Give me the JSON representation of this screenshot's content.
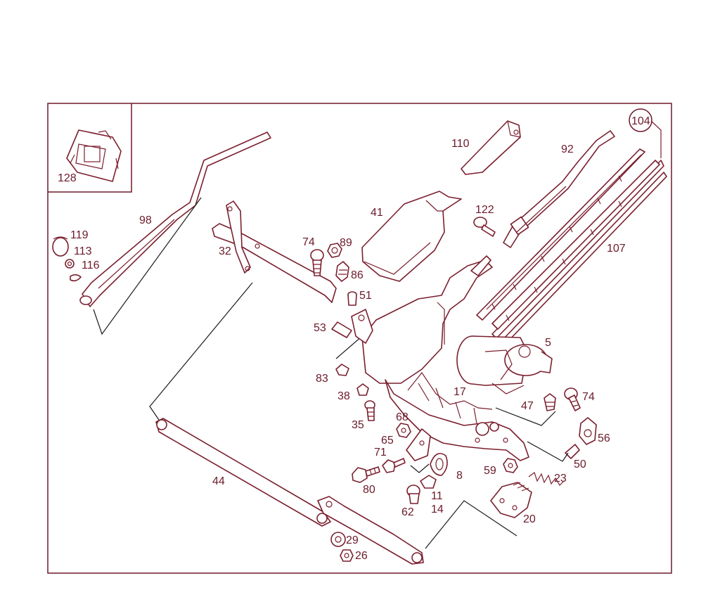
{
  "colors": {
    "line": "#7a1f2e",
    "text": "#6b1a2a",
    "leader": "#1a1a1a",
    "background": "#ffffff"
  },
  "labels": {
    "p128": "128",
    "p98": "98",
    "p119": "119",
    "p113": "113",
    "p116": "116",
    "p32": "32",
    "p74a": "74",
    "p89": "89",
    "p86": "86",
    "p51": "51",
    "p53": "53",
    "p83": "83",
    "p41": "41",
    "p110": "110",
    "p122": "122",
    "p92": "92",
    "p104": "104",
    "p107": "107",
    "p5": "5",
    "p17": "17",
    "p38": "38",
    "p35": "35",
    "p68": "68",
    "p65": "65",
    "p71": "71",
    "p80": "80",
    "p8": "8",
    "p11": "11",
    "p14": "14",
    "p62": "62",
    "p59": "59",
    "p47": "47",
    "p74b": "74",
    "p56": "56",
    "p50": "50",
    "p23": "23",
    "p20": "20",
    "p44": "44",
    "p29": "29",
    "p26": "26"
  }
}
